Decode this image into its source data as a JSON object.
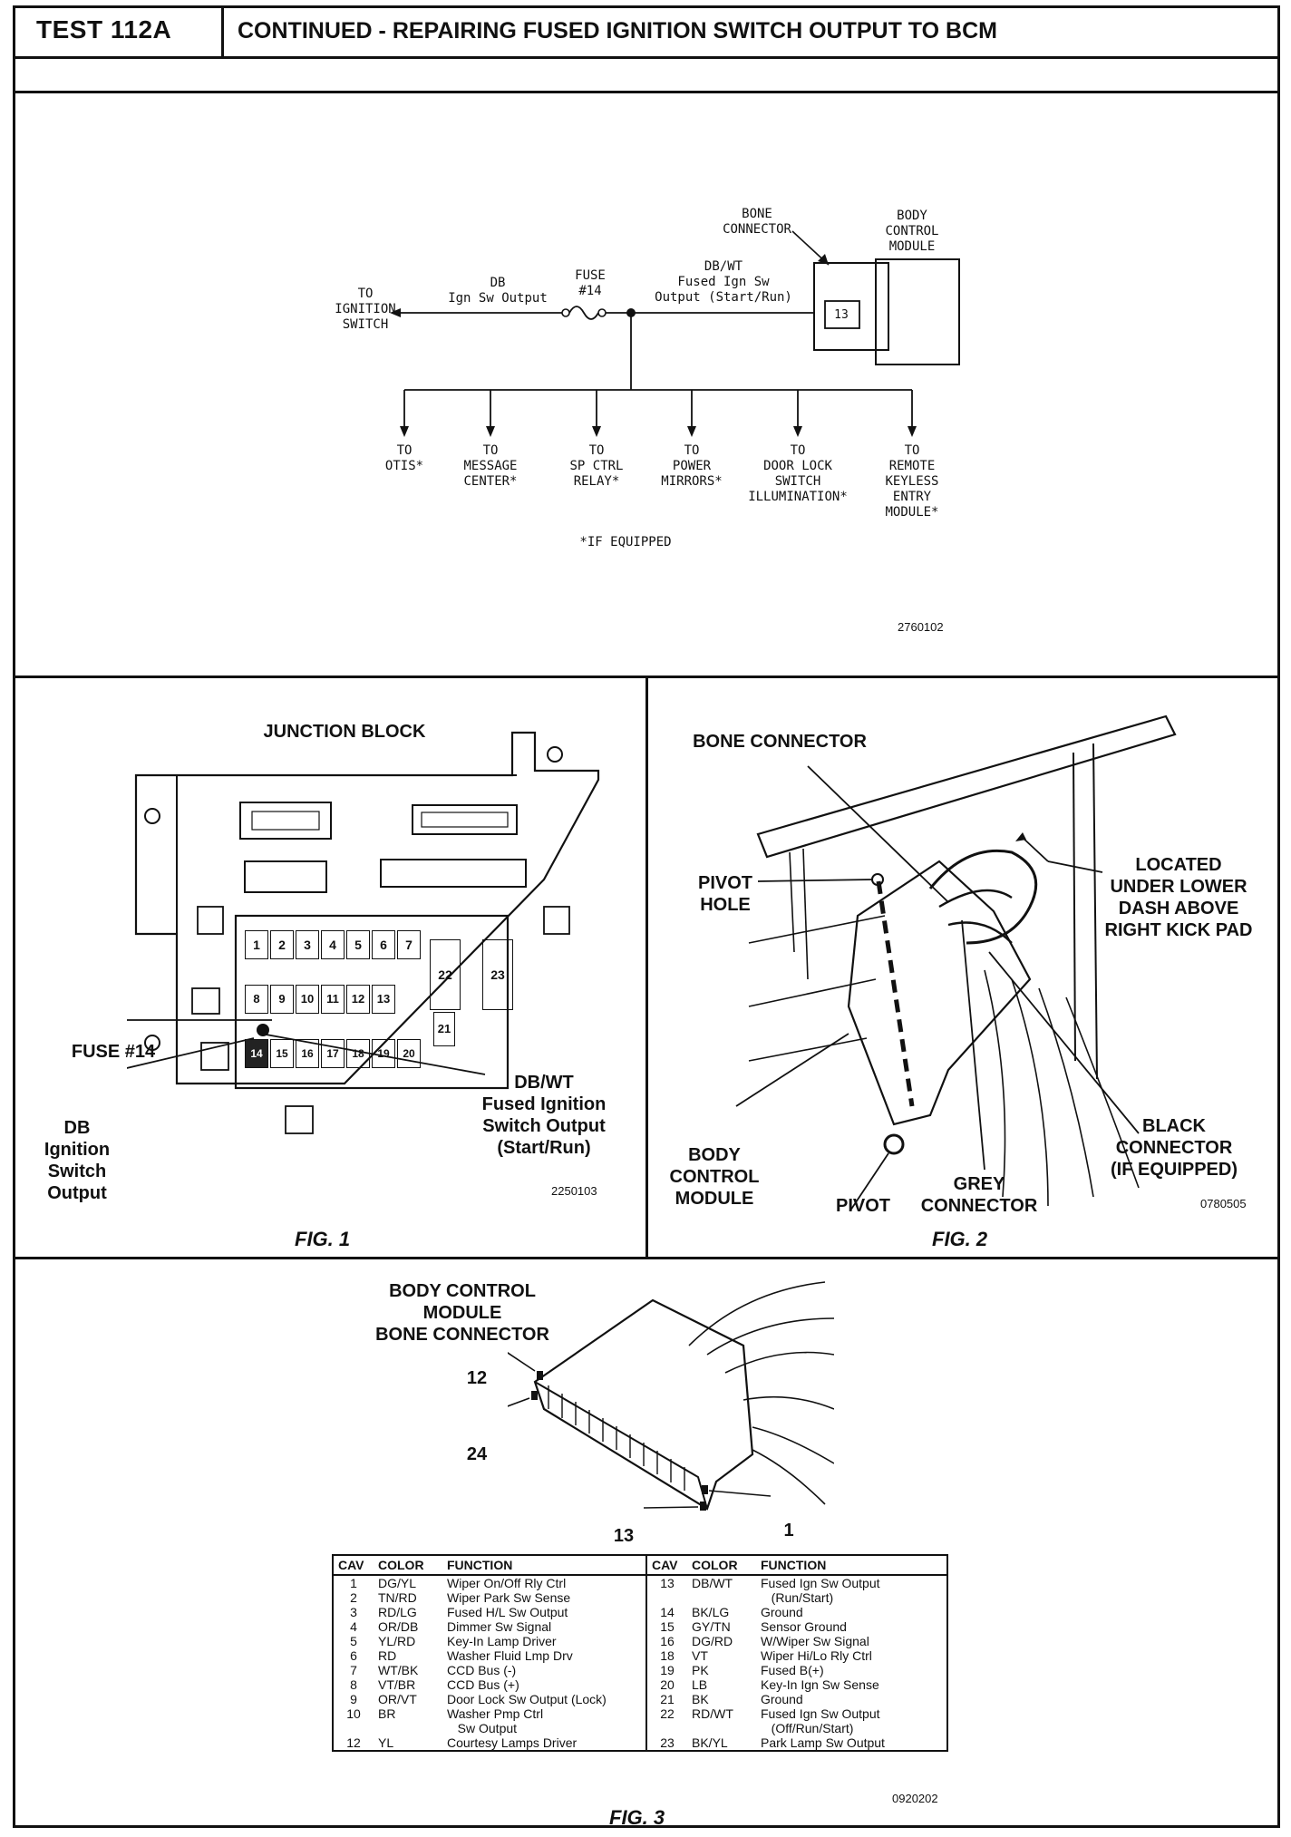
{
  "header": {
    "test_id": "TEST 112A",
    "title": "CONTINUED - REPAIRING FUSED IGNITION SWITCH OUTPUT TO BCM"
  },
  "schematic": {
    "to_ignition": "TO\nIGNITION\nSWITCH",
    "db_wire": "DB\nIgn Sw Output",
    "fuse": "FUSE\n#14",
    "dbwt_wire": "DB/WT\nFused Ign Sw\nOutput (Start/Run)",
    "bone_connector": "BONE\nCONNECTOR",
    "bcm": "BODY\nCONTROL\nMODULE",
    "cavity": "13",
    "branches": [
      "TO\nOTIS*",
      "TO\nMESSAGE\nCENTER*",
      "TO\nSP CTRL\nRELAY*",
      "TO\nPOWER\nMIRRORS*",
      "TO\nDOOR LOCK\nSWITCH\nILLUMINATION*",
      "TO\nREMOTE\nKEYLESS\nENTRY\nMODULE*"
    ],
    "footnote": "*IF EQUIPPED",
    "figure_number": "2760102"
  },
  "fig1": {
    "title": "JUNCTION BLOCK",
    "fuse_label": "FUSE #14",
    "db_label": "DB\nIgnition\nSwitch\nOutput",
    "dbwt_label": "DB/WT\nFused Ignition\nSwitch Output\n(Start/Run)",
    "fuse_numbers_row1": [
      "1",
      "2",
      "3",
      "4",
      "5",
      "6",
      "7"
    ],
    "fuse_numbers_row2": [
      "8",
      "9",
      "10",
      "11",
      "12",
      "13"
    ],
    "fuse_numbers_row3": [
      "14",
      "15",
      "16",
      "17",
      "18",
      "19",
      "20"
    ],
    "fuse_large": [
      "22",
      "23",
      "21"
    ],
    "figure_number": "2250103",
    "caption": "FIG. 1"
  },
  "fig2": {
    "bone_connector": "BONE CONNECTOR",
    "pivot_hole": "PIVOT\nHOLE",
    "located": "LOCATED\nUNDER LOWER\nDASH ABOVE\nRIGHT KICK PAD",
    "black_connector": "BLACK\nCONNECTOR\n(IF EQUIPPED)",
    "bcm": "BODY\nCONTROL\nMODULE",
    "pivot": "PIVOT",
    "grey_connector": "GREY\nCONNECTOR",
    "figure_number": "0780505",
    "caption": "FIG. 2"
  },
  "fig3": {
    "title": "BODY CONTROL\nMODULE\nBONE CONNECTOR",
    "pin12": "12",
    "pin24": "24",
    "pin13": "13",
    "pin1": "1",
    "headers": [
      "CAV",
      "COLOR",
      "FUNCTION",
      "CAV",
      "COLOR",
      "FUNCTION"
    ],
    "left_rows": [
      [
        "1",
        "DG/YL",
        "Wiper On/Off Rly Ctrl"
      ],
      [
        "2",
        "TN/RD",
        "Wiper Park Sw Sense"
      ],
      [
        "3",
        "RD/LG",
        "Fused H/L Sw Output"
      ],
      [
        "4",
        "OR/DB",
        "Dimmer Sw Signal"
      ],
      [
        "5",
        "YL/RD",
        "Key-In Lamp Driver"
      ],
      [
        "6",
        "RD",
        "Washer Fluid Lmp Drv"
      ],
      [
        "7",
        "WT/BK",
        "CCD Bus (-)"
      ],
      [
        "8",
        "VT/BR",
        "CCD Bus (+)"
      ],
      [
        "9",
        "OR/VT",
        "Door Lock Sw Output (Lock)"
      ],
      [
        "10",
        "BR",
        "Washer Pmp Ctrl\n   Sw Output"
      ],
      [
        "12",
        "YL",
        "Courtesy Lamps Driver"
      ]
    ],
    "right_rows": [
      [
        "13",
        "DB/WT",
        "Fused Ign Sw Output\n   (Run/Start)"
      ],
      [
        "14",
        "BK/LG",
        "Ground"
      ],
      [
        "15",
        "GY/TN",
        "Sensor Ground"
      ],
      [
        "16",
        "DG/RD",
        "W/Wiper Sw Signal"
      ],
      [
        "18",
        "VT",
        "Wiper Hi/Lo Rly Ctrl"
      ],
      [
        "19",
        "PK",
        "Fused B(+)"
      ],
      [
        "20",
        "LB",
        "Key-In Ign Sw Sense"
      ],
      [
        "21",
        "BK",
        "Ground"
      ],
      [
        "22",
        "RD/WT",
        "Fused Ign Sw Output\n   (Off/Run/Start)"
      ],
      [
        "23",
        "BK/YL",
        "Park Lamp Sw Output"
      ]
    ],
    "figure_number": "0920202",
    "caption": "FIG. 3"
  }
}
